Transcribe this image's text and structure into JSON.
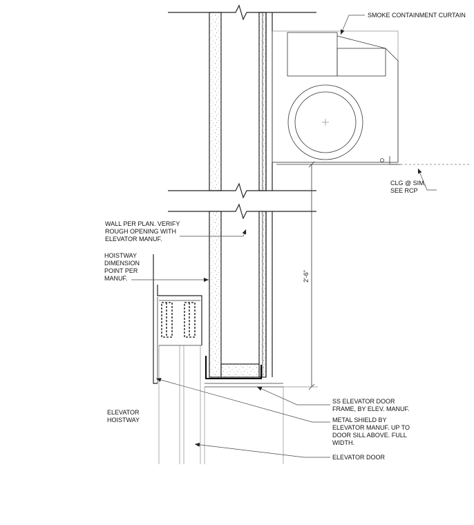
{
  "notes": {
    "smoke_curtain": "SMOKE CONTAINMENT CURTAIN",
    "clg": [
      "CLG @ SIM,",
      "SEE RCP"
    ],
    "wall": [
      "WALL PER PLAN.  VERIFY",
      "ROUGH OPENING WITH",
      "ELEVATOR MANUF."
    ],
    "hoistway_dim": [
      "HOISTWAY",
      "DIMENSION",
      "POINT PER",
      "MANUF."
    ],
    "dimension": "2'-6\"",
    "door_frame": [
      "SS ELEVATOR DOOR",
      "FRAME, BY ELEV. MANUF."
    ],
    "hoistway": [
      "ELEVATOR",
      "HOISTWAY"
    ],
    "metal_shield": [
      "METAL SHIELD BY",
      "ELEVATOR MANUF. UP TO",
      "DOOR SILL ABOVE.  FULL",
      "WIDTH."
    ],
    "elevator_door": "ELEVATOR DOOR"
  }
}
